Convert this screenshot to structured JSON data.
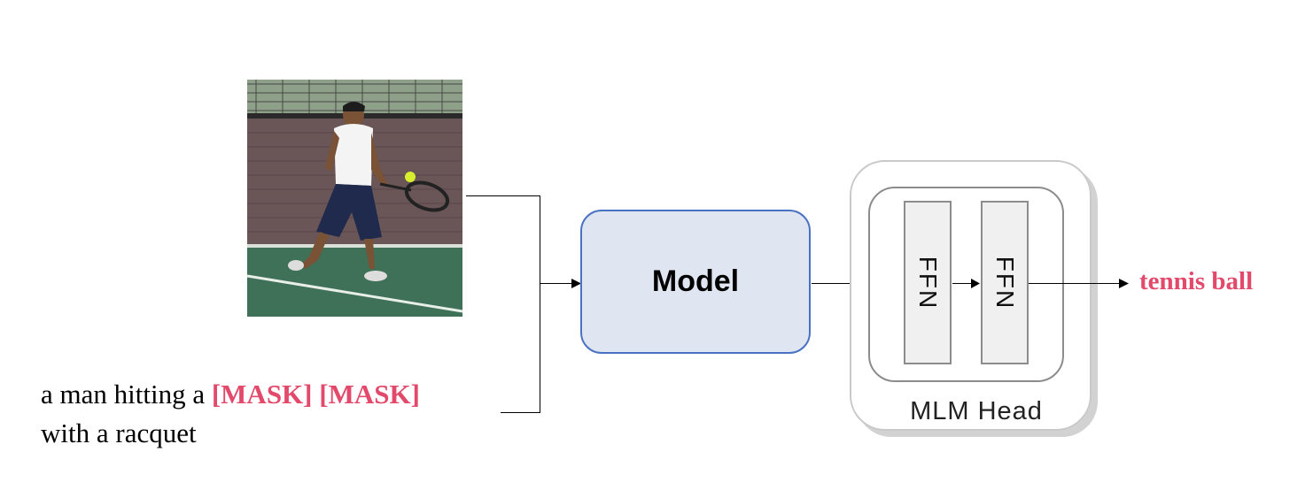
{
  "caption": {
    "line1_prefix": "a man hitting a ",
    "mask_tokens": "[MASK] [MASK]",
    "line2": "with a racquet"
  },
  "model": {
    "label": "Model"
  },
  "mlm_head": {
    "label": "MLM Head",
    "ffn_layers": [
      "FFN",
      "FFN"
    ]
  },
  "output": {
    "text": "tennis ball"
  },
  "colors": {
    "mask_token": "#e2496b",
    "model_fill": "#dfe6f1",
    "model_border": "#4a72c3"
  },
  "image": {
    "description_icon": "tennis-player-photo"
  }
}
